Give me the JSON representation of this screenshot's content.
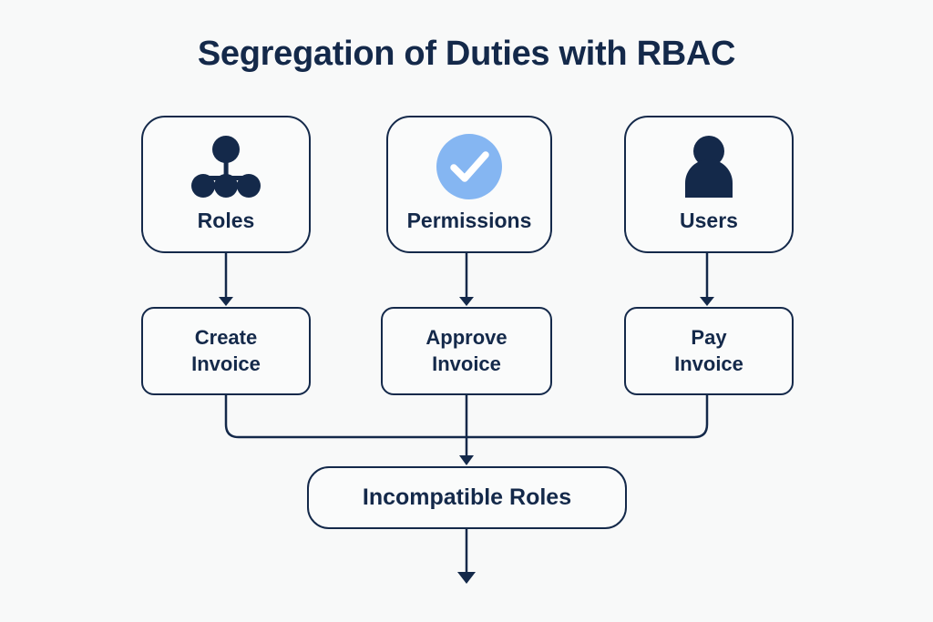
{
  "page": {
    "title": "Segregation of Duties with RBAC",
    "background_color": "#f8f9f9",
    "ink_color": "#14294a",
    "accent_color": "#85b6f2"
  },
  "entities": [
    {
      "id": "roles",
      "label": "Roles",
      "icon": "hierarchy-icon"
    },
    {
      "id": "permissions",
      "label": "Permissions",
      "icon": "check-circle-icon"
    },
    {
      "id": "users",
      "label": "Users",
      "icon": "user-icon"
    }
  ],
  "actions": [
    {
      "id": "create",
      "line1": "Create",
      "line2": "Invoice"
    },
    {
      "id": "approve",
      "line1": "Approve",
      "line2": "Invoice"
    },
    {
      "id": "pay",
      "line1": "Pay",
      "line2": "Invoice"
    }
  ],
  "outcome": {
    "label": "Incompatible Roles"
  }
}
